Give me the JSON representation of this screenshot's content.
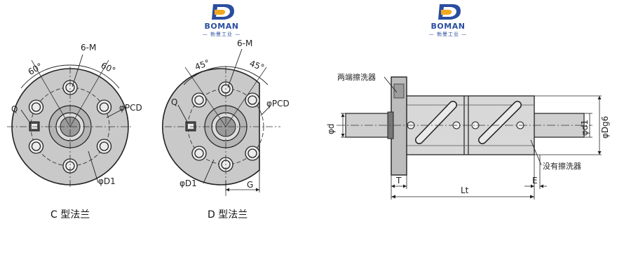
{
  "brand": {
    "name": "BOMAN",
    "subtitle": "— 勃曼工业 —",
    "colors": {
      "primary": "#2a4da0",
      "accent": "#f2a81d"
    }
  },
  "diagram_c": {
    "caption": "C 型法兰",
    "label_holes": "6-M",
    "label_angle_left": "60°",
    "label_angle_right": "60°",
    "label_q": "Q",
    "label_pcd": "φPCD",
    "label_d1": "φD1"
  },
  "diagram_d": {
    "caption": "D 型法兰",
    "label_holes": "6-M",
    "label_angle_left": "45°",
    "label_angle_right": "45°",
    "label_q": "Q",
    "label_pcd": "φPCD",
    "label_d1": "φD1",
    "label_g": "G"
  },
  "side_view": {
    "label_wiper_both": "两端擦洗器",
    "label_no_wiper": "没有擦洗器",
    "label_d": "φd",
    "label_d1": "φd1",
    "label_dg6": "φDg6",
    "label_t": "T",
    "label_lt": "Lt",
    "label_e": "E"
  }
}
